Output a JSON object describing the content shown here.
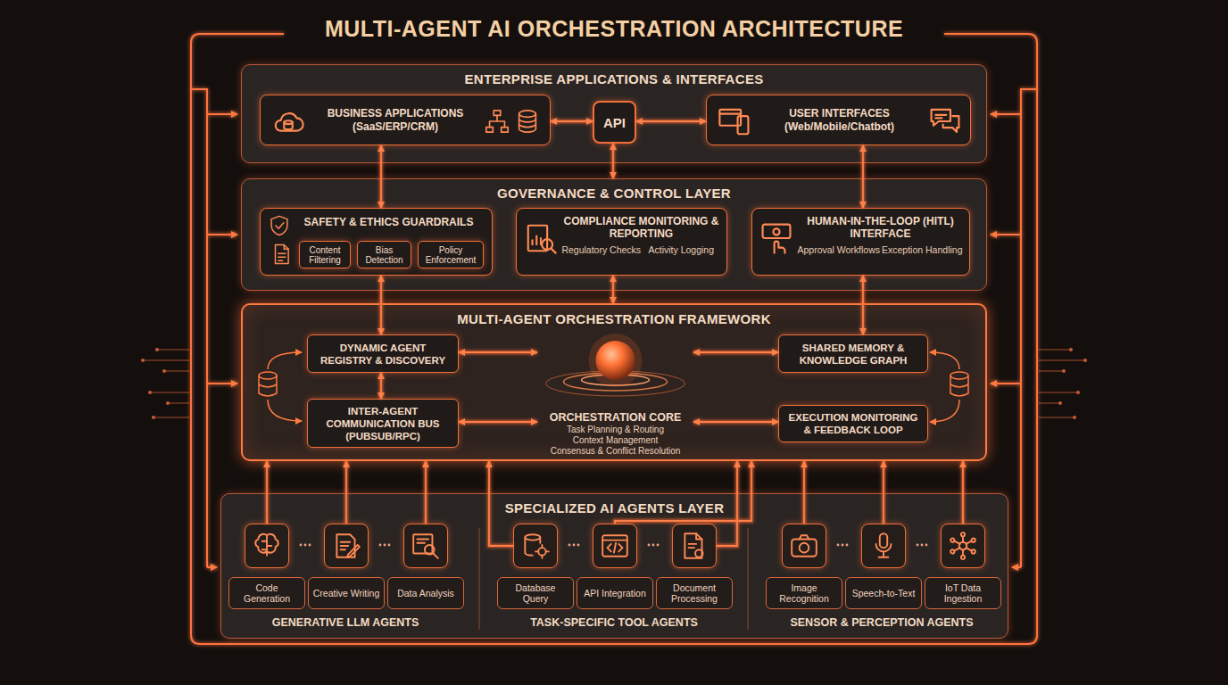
{
  "diagram": {
    "title": "MULTI-AGENT AI ORCHESTRATION ARCHITECTURE",
    "nodes": [
      {
        "text": [
          "ENTERPRISE APPLICATIONS & INTERFACES"
        ]
      },
      {
        "text": [
          "BUSINESS APPLICATIONS (SaaS/ERP/CRM)"
        ],
        "in": 0
      },
      {
        "text": [
          "API"
        ],
        "in": 0
      },
      {
        "text": [
          "USER INTERFACES (Web/Mobile/Chatbot)"
        ],
        "in": 0
      },
      {
        "text": [
          "GOVERNANCE & CONTROL LAYER"
        ]
      },
      {
        "text": [
          "SAFETY & ETHICS GUARDRAILS"
        ],
        "in": 4
      },
      {
        "text": [
          "Content Filtering"
        ],
        "in": 5
      },
      {
        "text": [
          "Bias Detection"
        ],
        "in": 5
      },
      {
        "text": [
          "Policy Enforcement"
        ],
        "in": 5
      },
      {
        "text": [
          "COMPLIANCE MONITORING & REPORTING",
          "Regulatory Checks",
          "Activity Logging"
        ],
        "in": 4
      },
      {
        "text": [
          "HUMAN-IN-THE-LOOP (HITL) INTERFACE",
          "Approval Workflows",
          "Exception Handling"
        ],
        "in": 4
      },
      {
        "text": [
          "MULTI-AGENT ORCHESTRATION FRAMEWORK"
        ]
      },
      {
        "text": [
          "DYNAMIC AGENT REGISTRY & DISCOVERY"
        ],
        "in": 11
      },
      {
        "text": [
          "INTER-AGENT COMMUNICATION BUS (PUBSUB/RPC)"
        ],
        "in": 11
      },
      {
        "text": [
          "ORCHESTRATION CORE",
          "Task Planning & Routing",
          "Context Management",
          "Consensus & Conflict Resolution"
        ],
        "in": 11
      },
      {
        "text": [
          "SHARED MEMORY & KNOWLEDGE GRAPH"
        ],
        "in": 11
      },
      {
        "text": [
          "EXECUTION MONITORING & FEEDBACK LOOP"
        ],
        "in": 11
      },
      {
        "text": [
          "SPECIALIZED AI AGENTS LAYER"
        ]
      },
      {
        "text": [
          "Code Generation"
        ],
        "in": 17
      },
      {
        "text": [
          "Creative Writing"
        ],
        "in": 17
      },
      {
        "text": [
          "Data Analysis"
        ],
        "in": 17
      },
      {
        "text": [
          "Database Query"
        ],
        "in": 17
      },
      {
        "text": [
          "API Integration"
        ],
        "in": 17
      },
      {
        "text": [
          "Document Processing"
        ],
        "in": 17
      },
      {
        "text": [
          "Image Recognition"
        ],
        "in": 17
      },
      {
        "text": [
          "Speech-to-Text"
        ],
        "in": 17
      },
      {
        "text": [
          "IoT Data Ingestion"
        ],
        "in": 17
      }
    ],
    "edges": [
      {
        "from": 1,
        "to": 2,
        "arrow": "both"
      },
      {
        "from": 2,
        "to": 3,
        "arrow": "both"
      },
      {
        "from": 1,
        "to": 5,
        "arrow": "both"
      },
      {
        "from": 2,
        "to": 4,
        "arrow": "both"
      },
      {
        "from": 3,
        "to": 10,
        "arrow": "both"
      },
      {
        "from": 5,
        "to": 12,
        "arrow": "both"
      },
      {
        "from": 9,
        "to": 11,
        "arrow": "both"
      },
      {
        "from": 10,
        "to": 15,
        "arrow": "both"
      },
      {
        "from": 12,
        "to": 13,
        "arrow": "both"
      },
      {
        "from": 12,
        "to": 14,
        "arrow": "both"
      },
      {
        "from": 13,
        "to": 14,
        "arrow": "both"
      },
      {
        "from": 15,
        "to": 14,
        "arrow": "both"
      },
      {
        "from": 16,
        "to": 14,
        "arrow": "both"
      },
      {
        "from": 18,
        "to": 11,
        "arrow": "to"
      },
      {
        "from": 19,
        "to": 11,
        "arrow": "to"
      },
      {
        "from": 20,
        "to": 11,
        "arrow": "to"
      },
      {
        "from": 21,
        "to": 11,
        "arrow": "to"
      },
      {
        "from": 22,
        "to": 11,
        "arrow": "to"
      },
      {
        "from": 23,
        "to": 11,
        "arrow": "to"
      },
      {
        "from": 24,
        "to": 11,
        "arrow": "to"
      },
      {
        "from": 25,
        "to": 11,
        "arrow": "to"
      },
      {
        "from": 26,
        "to": 11,
        "arrow": "to"
      }
    ],
    "labels": [
      "GENERATIVE LLM AGENTS",
      "TASK-SPECIFIC TOOL AGENTS",
      "SENSOR & PERCEPTION AGENTS"
    ]
  }
}
